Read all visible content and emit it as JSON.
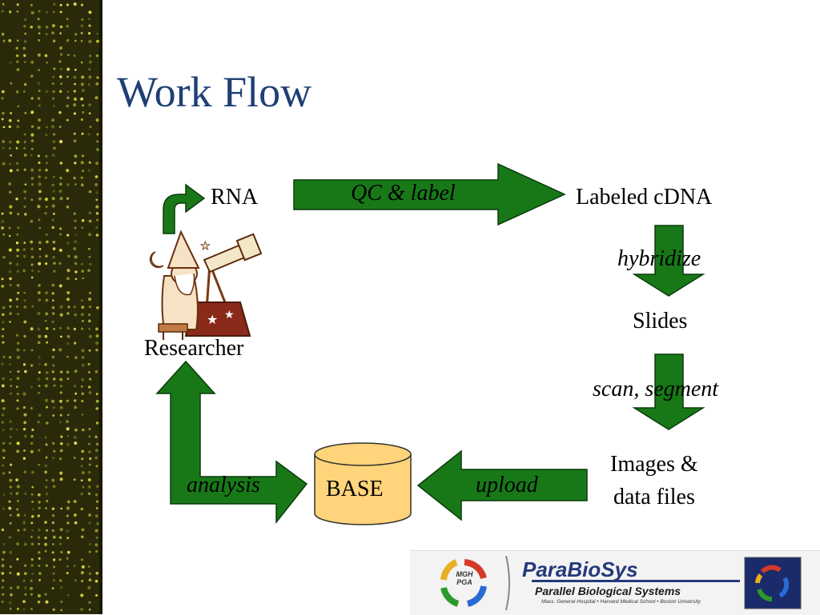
{
  "title": "Work Flow",
  "nodes": {
    "rna": "RNA",
    "labeled_cdna": "Labeled cDNA",
    "slides": "Slides",
    "images_line1": "Images &",
    "images_line2": "data files",
    "base": "BASE",
    "researcher": "Researcher"
  },
  "steps": {
    "qc_label": "QC & label",
    "hybridize": "hybridize",
    "scan_segment": "scan, segment",
    "upload": "upload",
    "analysis": "analysis"
  },
  "banner": {
    "logo_line1": "MGH",
    "logo_line2": "PGA",
    "title": "ParaBioSys",
    "subtitle": "Parallel Biological Systems",
    "institutions": "Mass. General Hospital • Harvard Medical School • Boston University"
  },
  "colors": {
    "arrow_fill": "#187818",
    "title": "#1f3f75",
    "base_fill": "#ffd47a",
    "sidebar": "#2a2a0a"
  },
  "icons": {
    "researcher": "wizard-telescope-icon",
    "database": "cylinder-database-icon"
  }
}
